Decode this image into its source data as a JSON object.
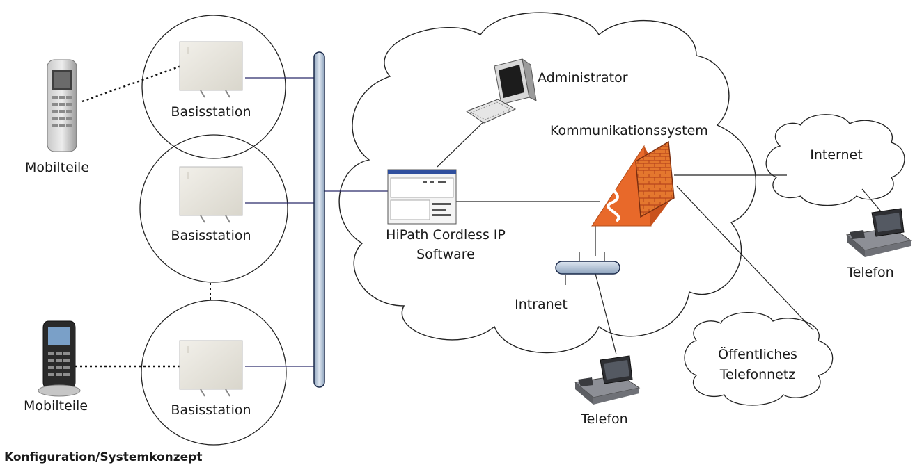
{
  "labels": {
    "handsets_top": "Mobilteile",
    "handsets_bottom": "Mobilteile",
    "base_station_1": "Basisstation",
    "base_station_2": "Basisstation",
    "base_station_3": "Basisstation",
    "administrator": "Administrator",
    "comm_system": "Kommunikationssystem",
    "software_line1": "HiPath Cordless IP",
    "software_line2": "Software",
    "intranet": "Intranet",
    "internet": "Internet",
    "public_network_line1": "Öffentliches",
    "public_network_line2": "Telefonnetz",
    "phone_bottom": "Telefon",
    "phone_right": "Telefon"
  },
  "caption": "Konfiguration/Systemkonzept",
  "colors": {
    "bus_fill": "#b9c9dc",
    "firewall_orange": "#e8692a",
    "brick": "#c8501f",
    "line": "#2b2b6b"
  }
}
